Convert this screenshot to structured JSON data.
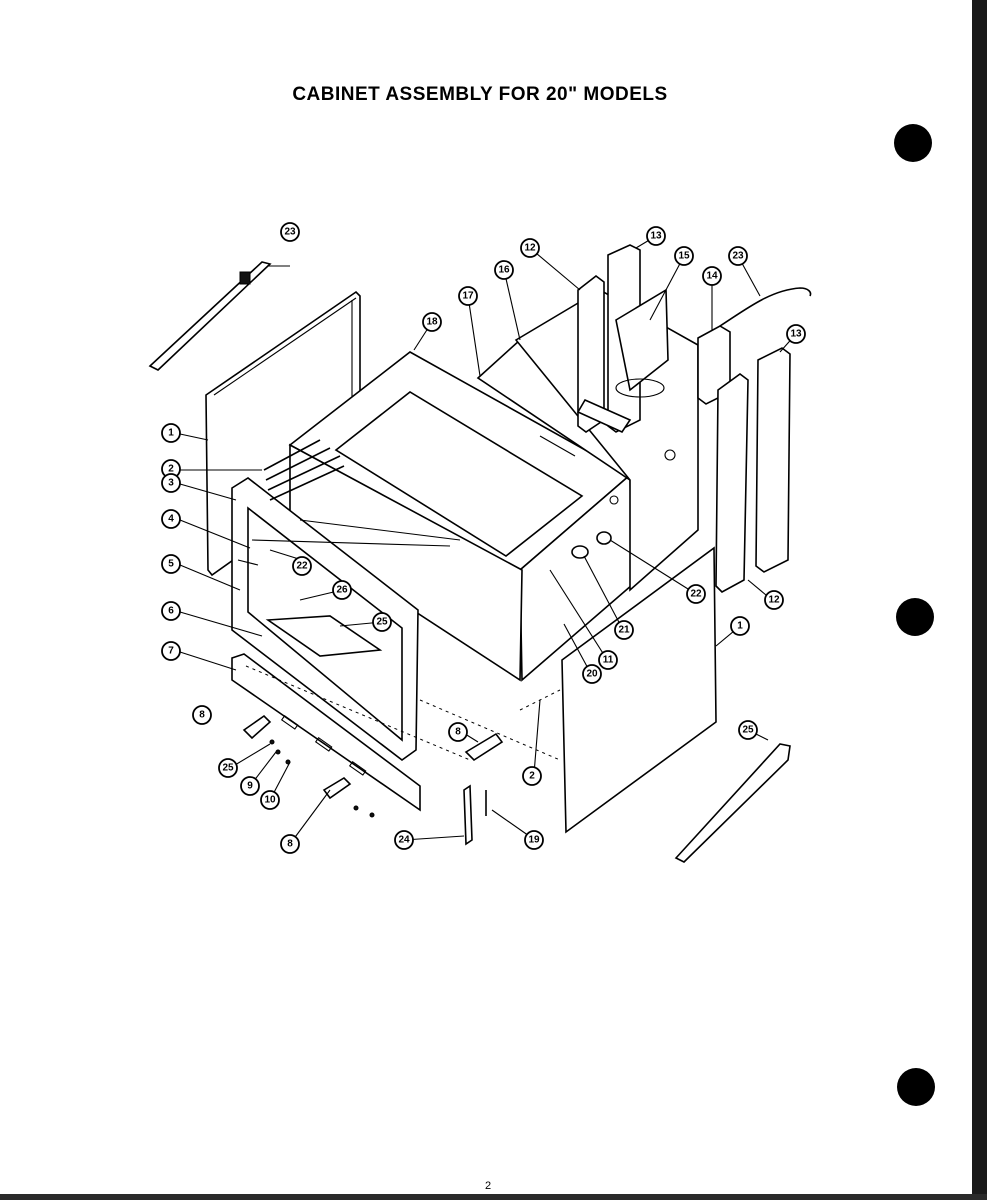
{
  "document": {
    "title": "CABINET ASSEMBLY FOR 20\" MODELS",
    "page_number": "2"
  },
  "callouts": [
    {
      "id": "c1",
      "label": "1"
    },
    {
      "id": "c2",
      "label": "2"
    },
    {
      "id": "c3",
      "label": "3"
    },
    {
      "id": "c4",
      "label": "4"
    },
    {
      "id": "c5",
      "label": "5"
    },
    {
      "id": "c6",
      "label": "6"
    },
    {
      "id": "c7",
      "label": "7"
    },
    {
      "id": "c8a",
      "label": "8"
    },
    {
      "id": "c25a",
      "label": "25"
    },
    {
      "id": "c9",
      "label": "9"
    },
    {
      "id": "c10",
      "label": "10"
    },
    {
      "id": "c8b",
      "label": "8"
    },
    {
      "id": "c8c",
      "label": "8"
    },
    {
      "id": "c24",
      "label": "24"
    },
    {
      "id": "c19",
      "label": "19"
    },
    {
      "id": "c2b",
      "label": "2"
    },
    {
      "id": "c20",
      "label": "20"
    },
    {
      "id": "c11",
      "label": "11"
    },
    {
      "id": "c21",
      "label": "21"
    },
    {
      "id": "c22a",
      "label": "22"
    },
    {
      "id": "c22b",
      "label": "22"
    },
    {
      "id": "c26",
      "label": "26"
    },
    {
      "id": "c25b",
      "label": "25"
    },
    {
      "id": "c18",
      "label": "18"
    },
    {
      "id": "c17",
      "label": "17"
    },
    {
      "id": "c16",
      "label": "16"
    },
    {
      "id": "c12a",
      "label": "12"
    },
    {
      "id": "c13a",
      "label": "13"
    },
    {
      "id": "c15",
      "label": "15"
    },
    {
      "id": "c14",
      "label": "14"
    },
    {
      "id": "c23a",
      "label": "23"
    },
    {
      "id": "c13b",
      "label": "13"
    },
    {
      "id": "c12b",
      "label": "12"
    },
    {
      "id": "c1b",
      "label": "1"
    },
    {
      "id": "c23b",
      "label": "23"
    },
    {
      "id": "c25c",
      "label": "25"
    }
  ]
}
